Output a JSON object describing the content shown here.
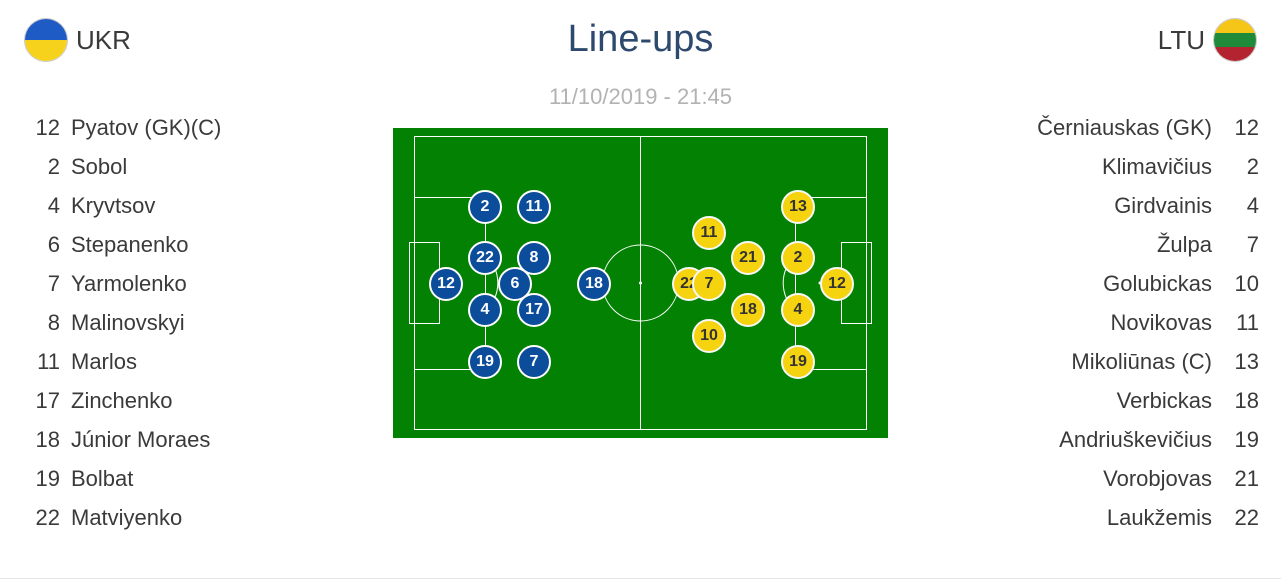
{
  "title": "Line-ups",
  "datetime": "11/10/2019 - 21:45",
  "home": {
    "code": "UKR",
    "flag_colors": [
      "#1f5bc4",
      "#f6d21c"
    ],
    "players": [
      {
        "number": "12",
        "name": "Pyatov (GK)(C)"
      },
      {
        "number": "2",
        "name": "Sobol"
      },
      {
        "number": "4",
        "name": "Kryvtsov"
      },
      {
        "number": "6",
        "name": "Stepanenko"
      },
      {
        "number": "7",
        "name": "Yarmolenko"
      },
      {
        "number": "8",
        "name": "Malinovskyi"
      },
      {
        "number": "11",
        "name": "Marlos"
      },
      {
        "number": "17",
        "name": "Zinchenko"
      },
      {
        "number": "18",
        "name": "Júnior Moraes"
      },
      {
        "number": "19",
        "name": "Bolbat"
      },
      {
        "number": "22",
        "name": "Matviyenko"
      }
    ]
  },
  "away": {
    "code": "LTU",
    "flag_colors": [
      "#f5c518",
      "#1f8a3a",
      "#b32430"
    ],
    "players": [
      {
        "number": "12",
        "name": "Černiauskas (GK)"
      },
      {
        "number": "2",
        "name": "Klimavičius"
      },
      {
        "number": "4",
        "name": "Girdvainis"
      },
      {
        "number": "7",
        "name": "Žulpa"
      },
      {
        "number": "10",
        "name": "Golubickas"
      },
      {
        "number": "11",
        "name": "Novikovas"
      },
      {
        "number": "13",
        "name": "Mikoliūnas (C)"
      },
      {
        "number": "18",
        "name": "Verbickas"
      },
      {
        "number": "19",
        "name": "Andriuškevičius"
      },
      {
        "number": "21",
        "name": "Vorobjovas"
      },
      {
        "number": "22",
        "name": "Laukžemis"
      }
    ]
  },
  "pitch": {
    "color": "#028102",
    "home_color": "#0b4d9b",
    "away_color": "#f5d30e",
    "home_markers": [
      "2",
      "11",
      "22",
      "8",
      "12",
      "6",
      "4",
      "17",
      "19",
      "7",
      "18"
    ],
    "away_markers": [
      "13",
      "11",
      "21",
      "2",
      "22",
      "7",
      "12",
      "18",
      "4",
      "10",
      "19"
    ]
  }
}
